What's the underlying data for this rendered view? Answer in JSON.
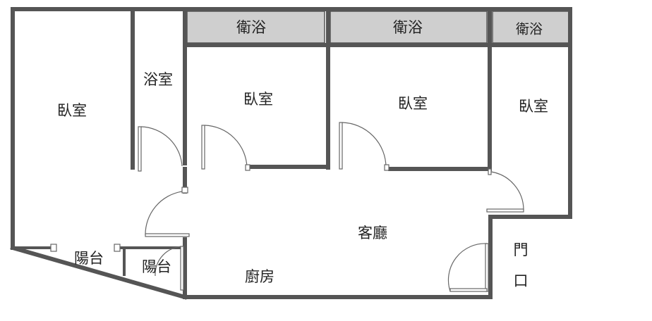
{
  "rooms": {
    "bedroom_left": "臥室",
    "bathroom": "浴室",
    "bedroom_2": "臥室",
    "bedroom_3": "臥室",
    "bedroom_4": "臥室",
    "bath_1": "衛浴",
    "bath_2": "衛浴",
    "bath_3": "衛浴",
    "living_room": "客廳",
    "kitchen": "廚房",
    "balcony_1": "陽台",
    "balcony_2": "陽台"
  },
  "entrance": {
    "line1": "門",
    "line2": "口",
    "color": "#cc1111"
  },
  "colors": {
    "wall": "#555555",
    "banner": "#cfcfcf",
    "background": "#ffffff"
  }
}
